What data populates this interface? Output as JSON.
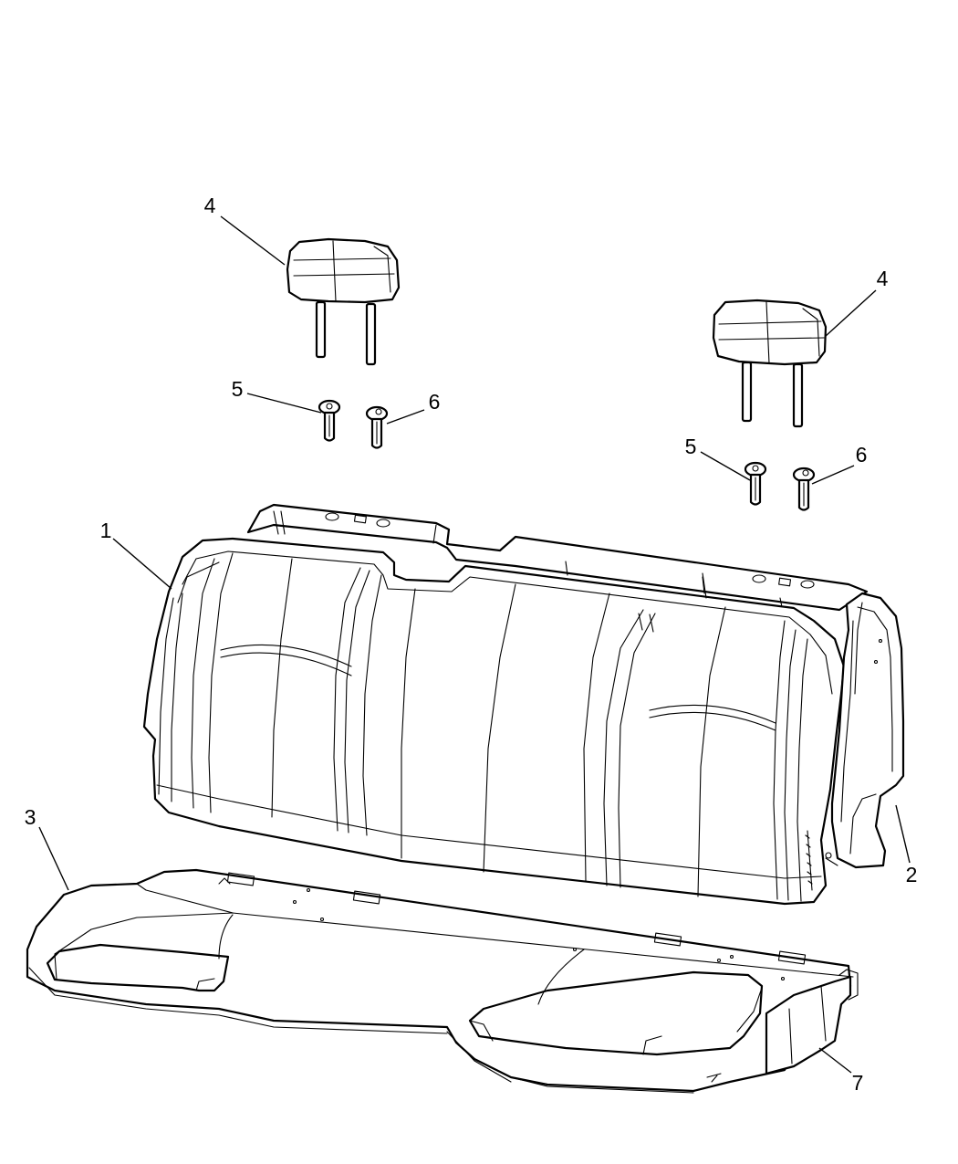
{
  "callouts": {
    "c1": "1",
    "c2": "2",
    "c3": "3",
    "c4_left": "4",
    "c4_right": "4",
    "c5_left": "5",
    "c5_right": "5",
    "c6_left": "6",
    "c6_right": "6",
    "c7": "7"
  }
}
